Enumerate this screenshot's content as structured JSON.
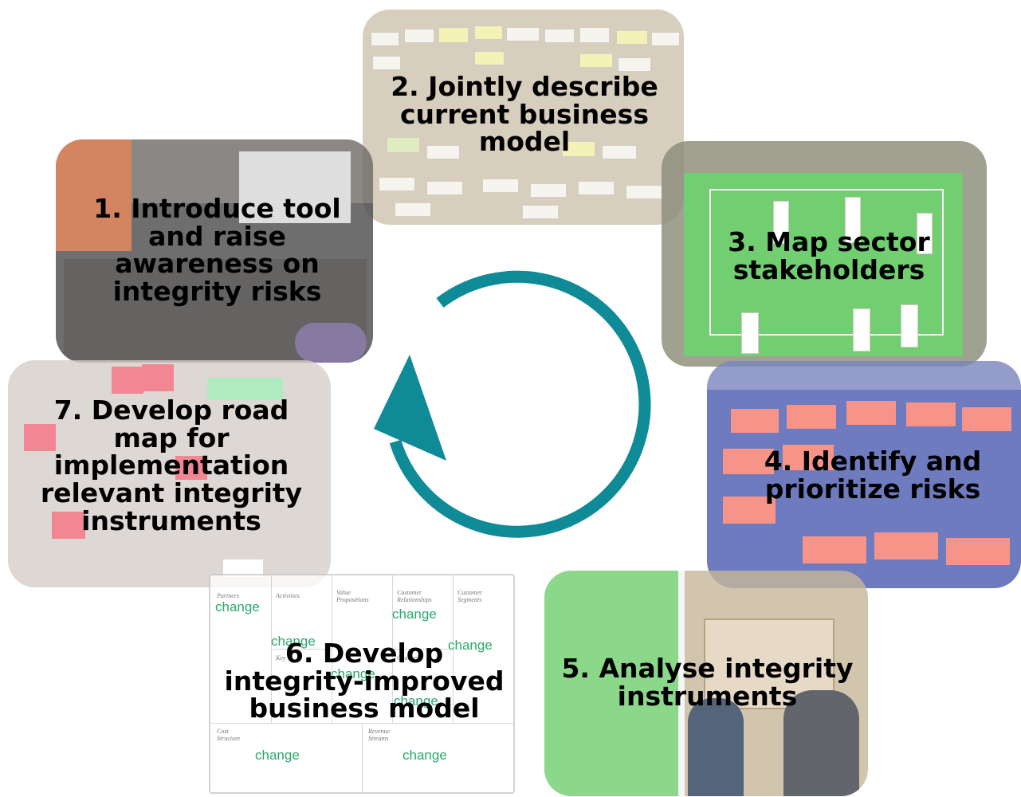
{
  "steps": [
    {
      "id": 1,
      "label": "1. Introduce tool and raise awareness on integrity risks"
    },
    {
      "id": 2,
      "label": "2. Jointly describe current business model"
    },
    {
      "id": 3,
      "label": "3. Map sector stakeholders"
    },
    {
      "id": 4,
      "label": "4. Identify and prioritize risks"
    },
    {
      "id": 5,
      "label": "5. Analyse integrity instruments"
    },
    {
      "id": 6,
      "label": "6. Develop integrity-improved business model"
    },
    {
      "id": 7,
      "label": "7. Develop road map for implementation relevant integrity instruments"
    }
  ],
  "canvas": {
    "change_word": "change",
    "headers": {
      "partners": "Partners",
      "activities": "Activities",
      "value": "Value Propositions",
      "relationships": "Customer Relationships",
      "segments": "Customer Segments",
      "key": "Key",
      "channels": "Channels",
      "cost": "Cost Structure",
      "revenue": "Revenue Streams"
    }
  },
  "colors": {
    "cycle_arrow": "#0f8a97",
    "change_text": "#2aa96b"
  },
  "icons": [
    "cycle-arrow-icon"
  ]
}
